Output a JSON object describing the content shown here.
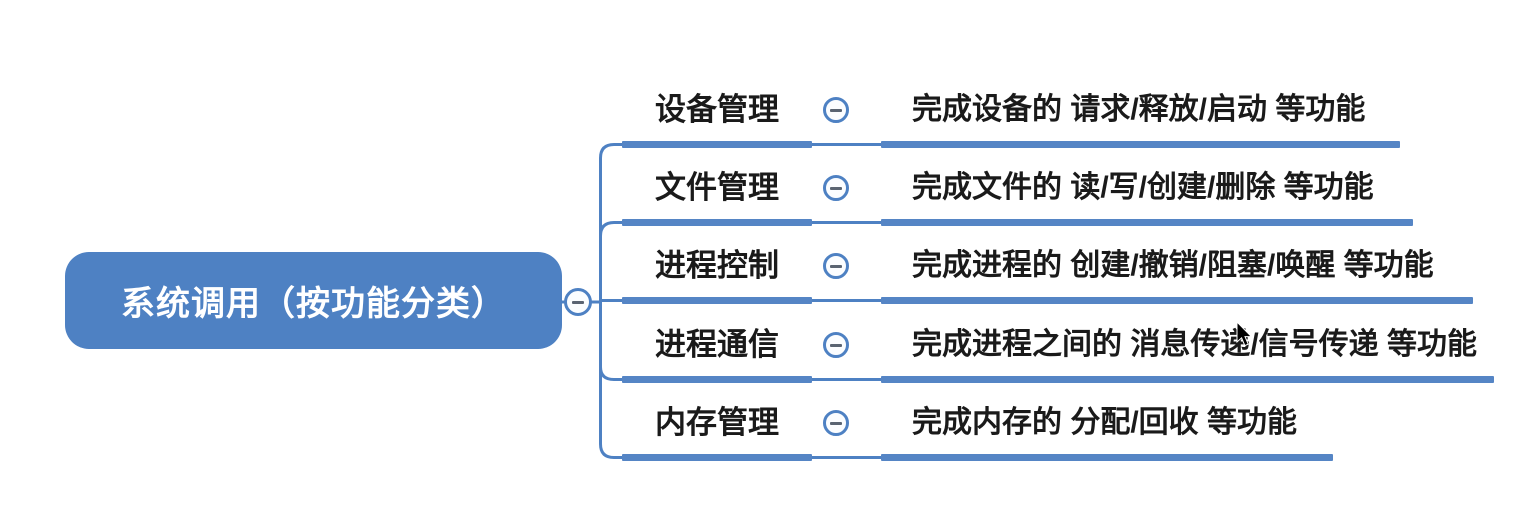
{
  "root": {
    "label": "系统调用（按功能分类）"
  },
  "branches": [
    {
      "topic": "设备管理",
      "description": "完成设备的 请求/释放/启动 等功能"
    },
    {
      "topic": "文件管理",
      "description": "完成文件的 读/写/创建/删除 等功能"
    },
    {
      "topic": "进程控制",
      "description": "完成进程的 创建/撤销/阻塞/唤醒 等功能"
    },
    {
      "topic": "进程通信",
      "description": "完成进程之间的 消息传递/信号传递 等功能"
    },
    {
      "topic": "内存管理",
      "description": "完成内存的 分配/回收 等功能"
    }
  ],
  "icons": {
    "collapse": "minus-in-circle",
    "pointer": "mouse-arrow-cursor"
  },
  "colors": {
    "root_fill": "#4E81C3",
    "root_text": "#FFFFFF",
    "node_bar": "#5585C5",
    "connector_line": "#4E81C3",
    "topic_text": "#1A1A1A",
    "minus_glyph": "#5A6472",
    "background": "#FFFFFF"
  }
}
